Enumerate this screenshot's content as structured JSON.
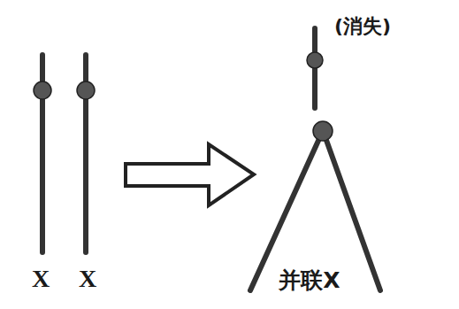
{
  "diagram": {
    "labels": [
      "X",
      "X",
      "(消失)",
      "并联X"
    ]
  }
}
